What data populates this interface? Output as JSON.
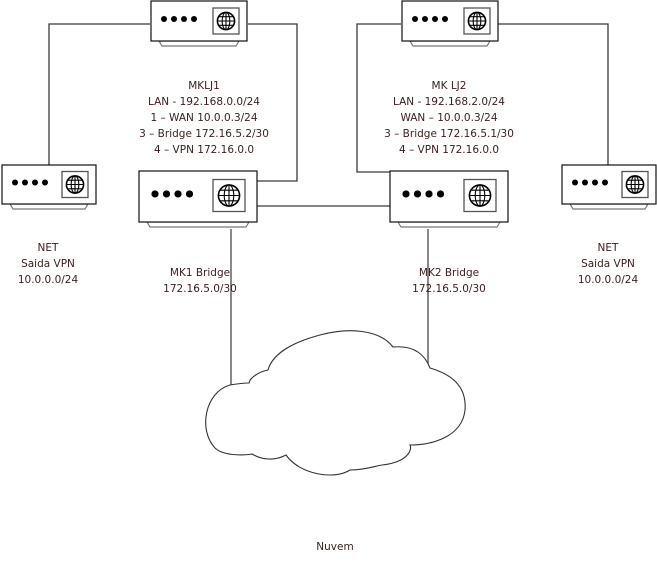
{
  "routers": [
    {
      "id": "router-top-left",
      "label": "router-device"
    },
    {
      "id": "router-top-right",
      "label": "router-device"
    },
    {
      "id": "mklj1",
      "label": "router-device"
    },
    {
      "id": "mklj2",
      "label": "router-device"
    },
    {
      "id": "net-left",
      "label": "router-device"
    },
    {
      "id": "net-right",
      "label": "router-device"
    }
  ],
  "mklj1": {
    "title": "MKLJ1",
    "lines": [
      "LAN - 192.168.0.0/24",
      "1 – WAN 10.0.0.3/24",
      "3 – Bridge 172.16.5.2/30",
      "4 – VPN 172.16.0.0"
    ]
  },
  "mklj2": {
    "title": "MK LJ2",
    "lines": [
      "LAN - 192.168.2.0/24",
      "WAN – 10.0.0.3/24",
      "3 – Bridge 172.16.5.1/30",
      "4 – VPN 172.16.0.0"
    ]
  },
  "net_left": {
    "lines": [
      "NET",
      "Saida VPN",
      "10.0.0.0/24"
    ]
  },
  "net_right": {
    "lines": [
      "NET",
      "Saida VPN",
      "10.0.0.0/24"
    ]
  },
  "mk1_bridge": {
    "lines": [
      "MK1 Bridge",
      "172.16.5.0/30"
    ]
  },
  "mk2_bridge": {
    "lines": [
      "MK2 Bridge",
      "172.16.5.0/30"
    ]
  },
  "cloud": {
    "label": "Nuvem"
  },
  "colors": {
    "line": "#3a3a3a",
    "text": "#3b1d1d",
    "device_border": "#111111",
    "base": "#888888"
  }
}
